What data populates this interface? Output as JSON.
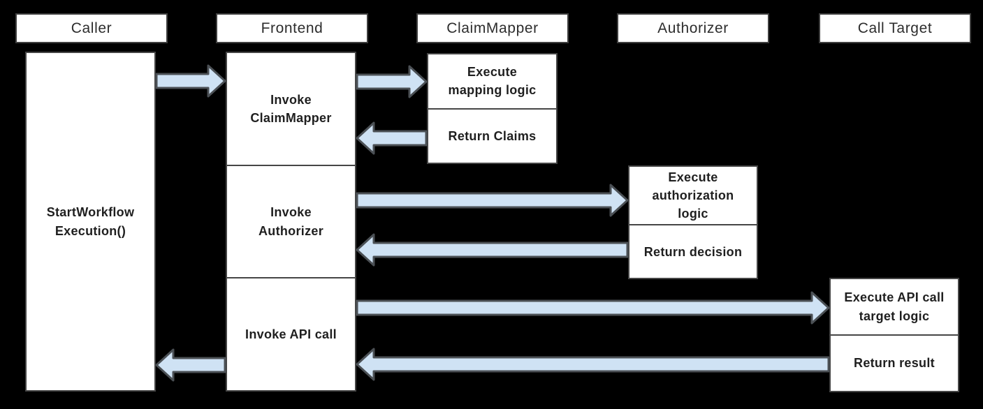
{
  "diagram": {
    "type": "sequence",
    "columns": [
      {
        "id": "caller",
        "label": "Caller"
      },
      {
        "id": "frontend",
        "label": "Frontend"
      },
      {
        "id": "claimmapper",
        "label": "ClaimMapper"
      },
      {
        "id": "authorizer",
        "label": "Authorizer"
      },
      {
        "id": "calltarget",
        "label": "Call Target"
      }
    ],
    "caller": {
      "activity": "StartWorkflow\nExecution()"
    },
    "frontend": {
      "activities": [
        "Invoke\nClaimMapper",
        "Invoke\nAuthorizer",
        "Invoke API call"
      ]
    },
    "claimmapper": {
      "activities": [
        "Execute\nmapping logic",
        "Return Claims"
      ]
    },
    "authorizer": {
      "activities": [
        "Execute\nauthorization\nlogic",
        "Return decision"
      ]
    },
    "calltarget": {
      "activities": [
        "Execute API call\ntarget logic",
        "Return result"
      ]
    },
    "messages": [
      {
        "from": "Caller",
        "to": "Frontend"
      },
      {
        "from": "Frontend",
        "to": "ClaimMapper"
      },
      {
        "from": "ClaimMapper",
        "to": "Frontend"
      },
      {
        "from": "Frontend",
        "to": "Authorizer"
      },
      {
        "from": "Authorizer",
        "to": "Frontend"
      },
      {
        "from": "Frontend",
        "to": "Call Target"
      },
      {
        "from": "Call Target",
        "to": "Frontend"
      },
      {
        "from": "Frontend",
        "to": "Caller"
      }
    ],
    "colors": {
      "background": "#000000",
      "box_fill": "#ffffff",
      "box_border": "#464646",
      "arrow_fill": "#cfe2f4",
      "arrow_stroke": "#4b5055",
      "text": "#1f1f1f",
      "header_text": "#2d2d2d"
    }
  }
}
